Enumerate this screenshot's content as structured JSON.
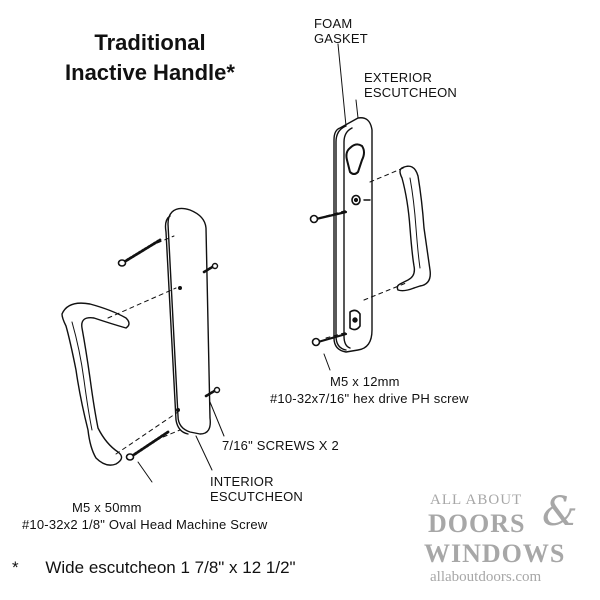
{
  "title": {
    "line1": "Traditional",
    "line2": "Inactive Handle*"
  },
  "labels": {
    "foam_gasket_1": "FOAM",
    "foam_gasket_2": "GASKET",
    "exterior_1": "EXTERIOR",
    "exterior_2": "ESCUTCHEON",
    "m5x12": "M5 x 12mm",
    "hex_screw": "#10-32x7/16\" hex drive PH screw",
    "screws_x2": "7/16\" SCREWS X 2",
    "interior_1": "INTERIOR",
    "interior_2": "ESCUTCHEON",
    "m5x50": "M5 x 50mm",
    "oval_screw": "#10-32x2 1/8\" Oval Head Machine Screw"
  },
  "footnote": {
    "marker": "*",
    "text": "Wide escutcheon 1 7/8\" x 12 1/2\""
  },
  "watermark": {
    "line1": "ALL ABOUT",
    "line2a": "DOORS",
    "amp": "&",
    "line3": "WINDOWS",
    "url": "allaboutdoors.com",
    "color": "#a7a7a7"
  }
}
